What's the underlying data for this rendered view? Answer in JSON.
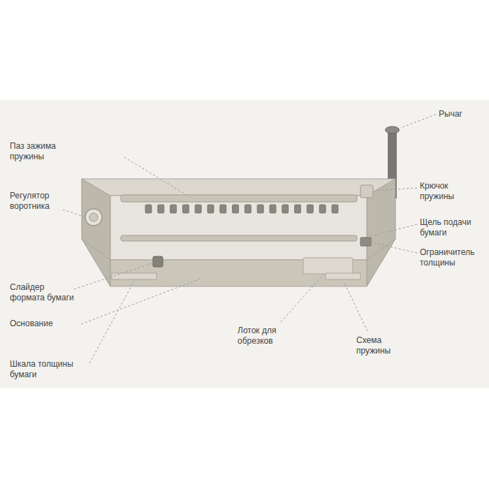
{
  "diagram": {
    "labels": [
      "Рычаг",
      "Паз зажима пружины",
      "Регулятор воротника",
      "Крючок пружины",
      "Щель подачи бумаги",
      "Ограничитель толщины",
      "Слайдер формата бумаги",
      "Основание",
      "Лоток для обрезков",
      "Схема пружины",
      "Шкала толщины бумаги"
    ]
  }
}
